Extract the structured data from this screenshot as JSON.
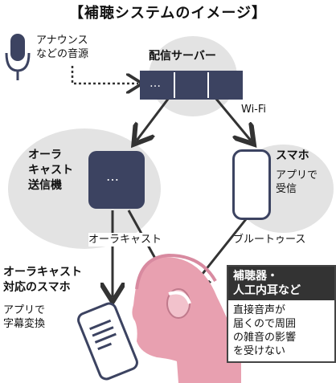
{
  "title": "【補聴システムのイメージ】",
  "nodes": {
    "source": {
      "label_line1": "アナウンス",
      "label_line2": "などの音源"
    },
    "server": {
      "label": "配信サーバー"
    },
    "auracast_transmitter": {
      "label_line1": "オーラ",
      "label_line2": "キャスト",
      "label_line3": "送信機"
    },
    "smartphone": {
      "title": "スマホ",
      "desc_line1": "アプリで",
      "desc_line2": "受信"
    },
    "auracast_phone": {
      "title_line1": "オーラキャスト",
      "title_line2": "対応のスマホ",
      "desc_line1": "アプリで",
      "desc_line2": "字幕変換"
    },
    "hearing_aid": {
      "title_line1": "補聴器・",
      "title_line2": "人工内耳など",
      "desc_lines": [
        "直接音声が",
        "届くので周囲",
        "の雑音の影響",
        "を受けない"
      ]
    }
  },
  "edges": {
    "wifi": "Wi-Fi",
    "auracast": "オーラキャスト",
    "bluetooth": "ブルートゥース"
  },
  "colors": {
    "device_navy": "#3c4361",
    "circle_gray": "#e3e3e3",
    "skin_pink": "#e8a0b0"
  }
}
